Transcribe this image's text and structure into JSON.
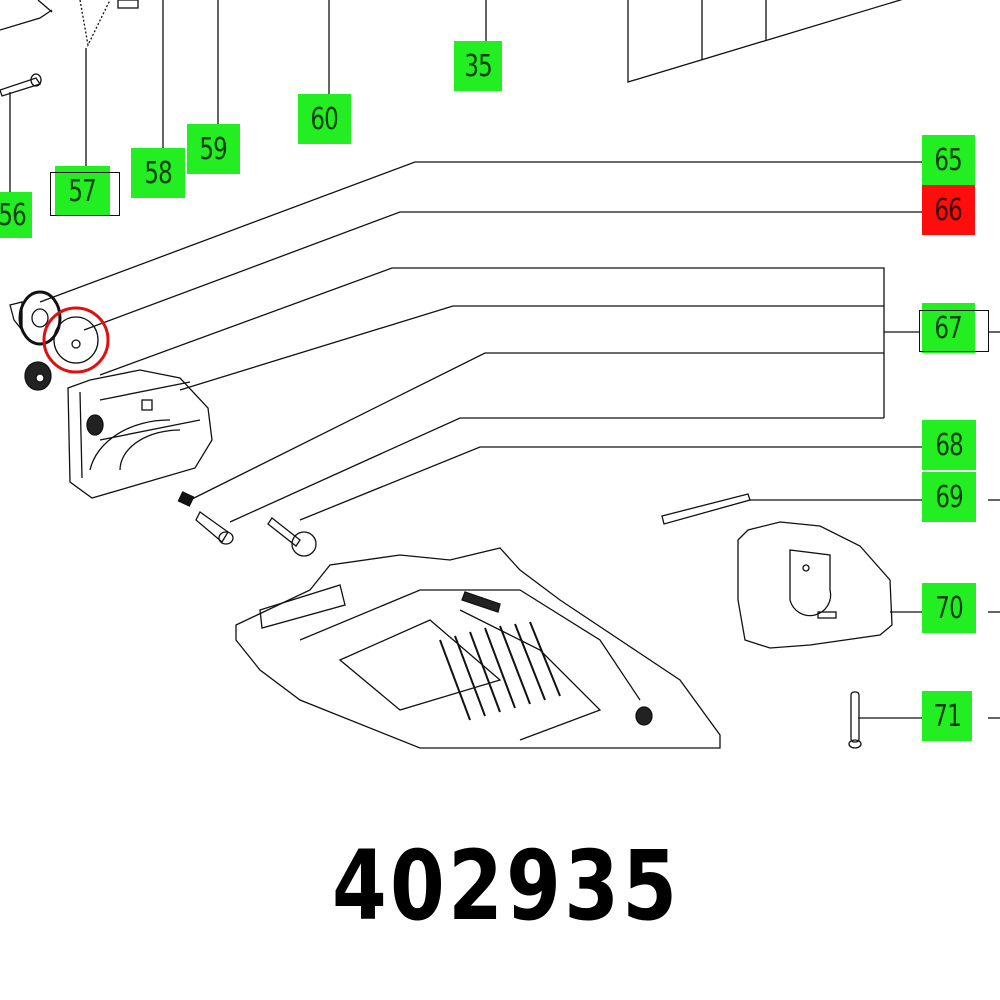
{
  "part_number": "402935",
  "highlight_color": "#e01010",
  "label_colors": {
    "normal": "#22ee22",
    "selected": "#ff0d0d"
  },
  "callouts": [
    {
      "id": "56",
      "label": "56",
      "state": "normal"
    },
    {
      "id": "57",
      "label": "57",
      "state": "normal",
      "boxed": true
    },
    {
      "id": "58",
      "label": "58",
      "state": "normal"
    },
    {
      "id": "59",
      "label": "59",
      "state": "normal"
    },
    {
      "id": "60",
      "label": "60",
      "state": "normal"
    },
    {
      "id": "35",
      "label": "35",
      "state": "normal"
    },
    {
      "id": "65",
      "label": "65",
      "state": "normal"
    },
    {
      "id": "66",
      "label": "66",
      "state": "selected"
    },
    {
      "id": "67",
      "label": "67",
      "state": "normal",
      "boxed": true
    },
    {
      "id": "68",
      "label": "68",
      "state": "normal"
    },
    {
      "id": "69",
      "label": "69",
      "state": "normal"
    },
    {
      "id": "70",
      "label": "70",
      "state": "normal"
    },
    {
      "id": "71",
      "label": "71",
      "state": "normal"
    }
  ]
}
